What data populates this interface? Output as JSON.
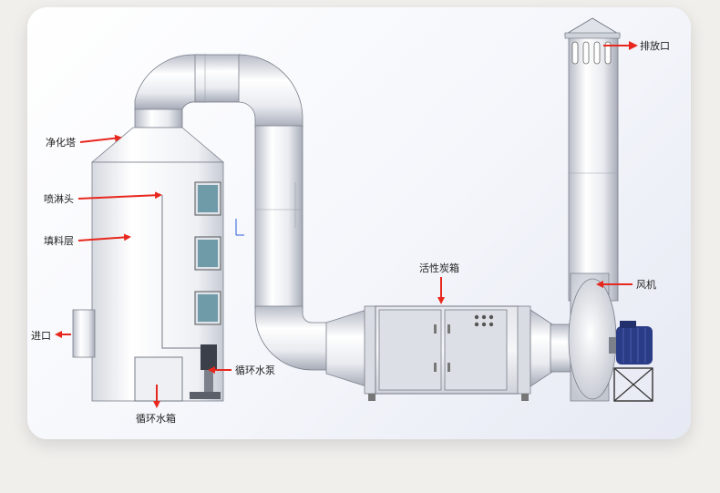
{
  "labels": {
    "purification_tower": "净化塔",
    "spray_head": "喷淋头",
    "packing_layer": "填料层",
    "inlet": "进口",
    "circulation_tank": "循环水箱",
    "circulation_pump": "循环水泵",
    "activated_carbon_box": "活性炭箱",
    "fan": "风机",
    "exhaust_outlet": "排放口"
  },
  "colors": {
    "arrow": "#e8281e",
    "equipment": "#eef0f4",
    "outline": "#5a5a5a",
    "window": "#6f9aa8",
    "motor": "#2b3c86"
  }
}
